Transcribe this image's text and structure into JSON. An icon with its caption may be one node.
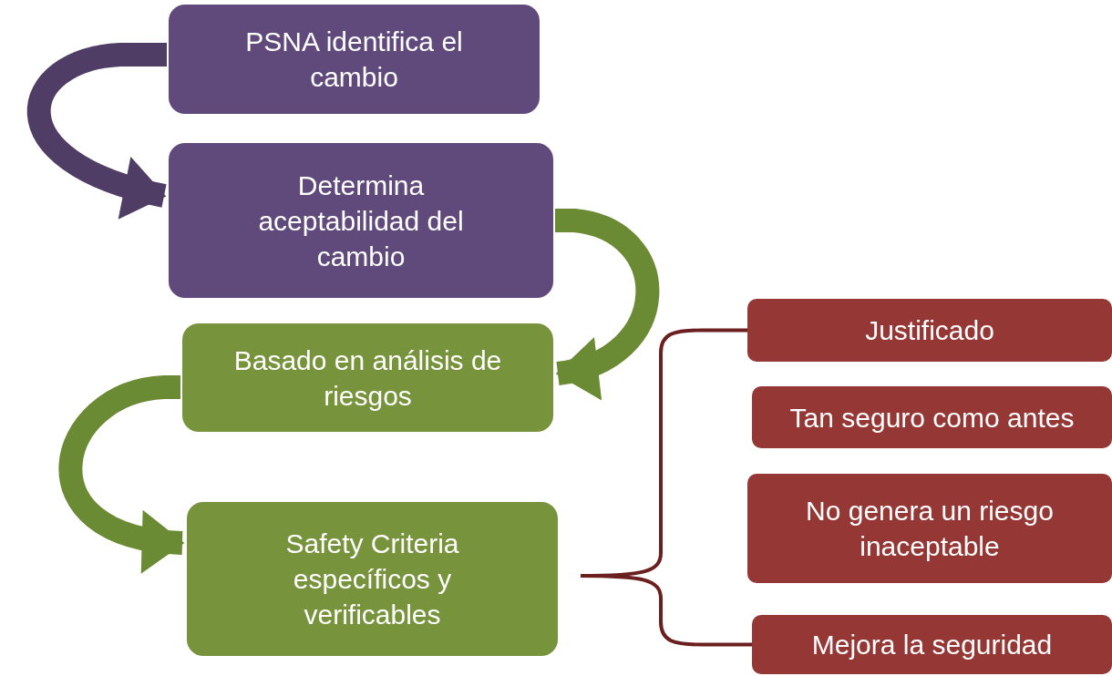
{
  "diagram": {
    "nodes": [
      {
        "text": [
          "PSNA identifica el cambio"
        ]
      },
      {
        "text": [
          "Determina aceptabilidad del cambio"
        ]
      },
      {
        "text": [
          "Basado en análisis de riesgos"
        ]
      },
      {
        "text": [
          "Safety Criteria específicos y verificables"
        ]
      },
      {
        "text": [
          "Justificado"
        ]
      },
      {
        "text": [
          "Tan seguro como antes"
        ]
      },
      {
        "text": [
          "No genera un riesgo inaceptable"
        ]
      },
      {
        "text": [
          "Mejora la seguridad"
        ]
      }
    ],
    "edges": [
      {
        "from": 0,
        "to": 1,
        "arrow": "to",
        "color": "#4f3d66"
      },
      {
        "from": 1,
        "to": 2,
        "arrow": "to",
        "color": "#6b8a34"
      },
      {
        "from": 2,
        "to": 3,
        "arrow": "to",
        "color": "#6b8a34"
      },
      {
        "from": 3,
        "to": 4,
        "arrow": "none",
        "color": "#6b1f1f"
      },
      {
        "from": 3,
        "to": 7,
        "arrow": "none",
        "color": "#6b1f1f"
      }
    ]
  }
}
